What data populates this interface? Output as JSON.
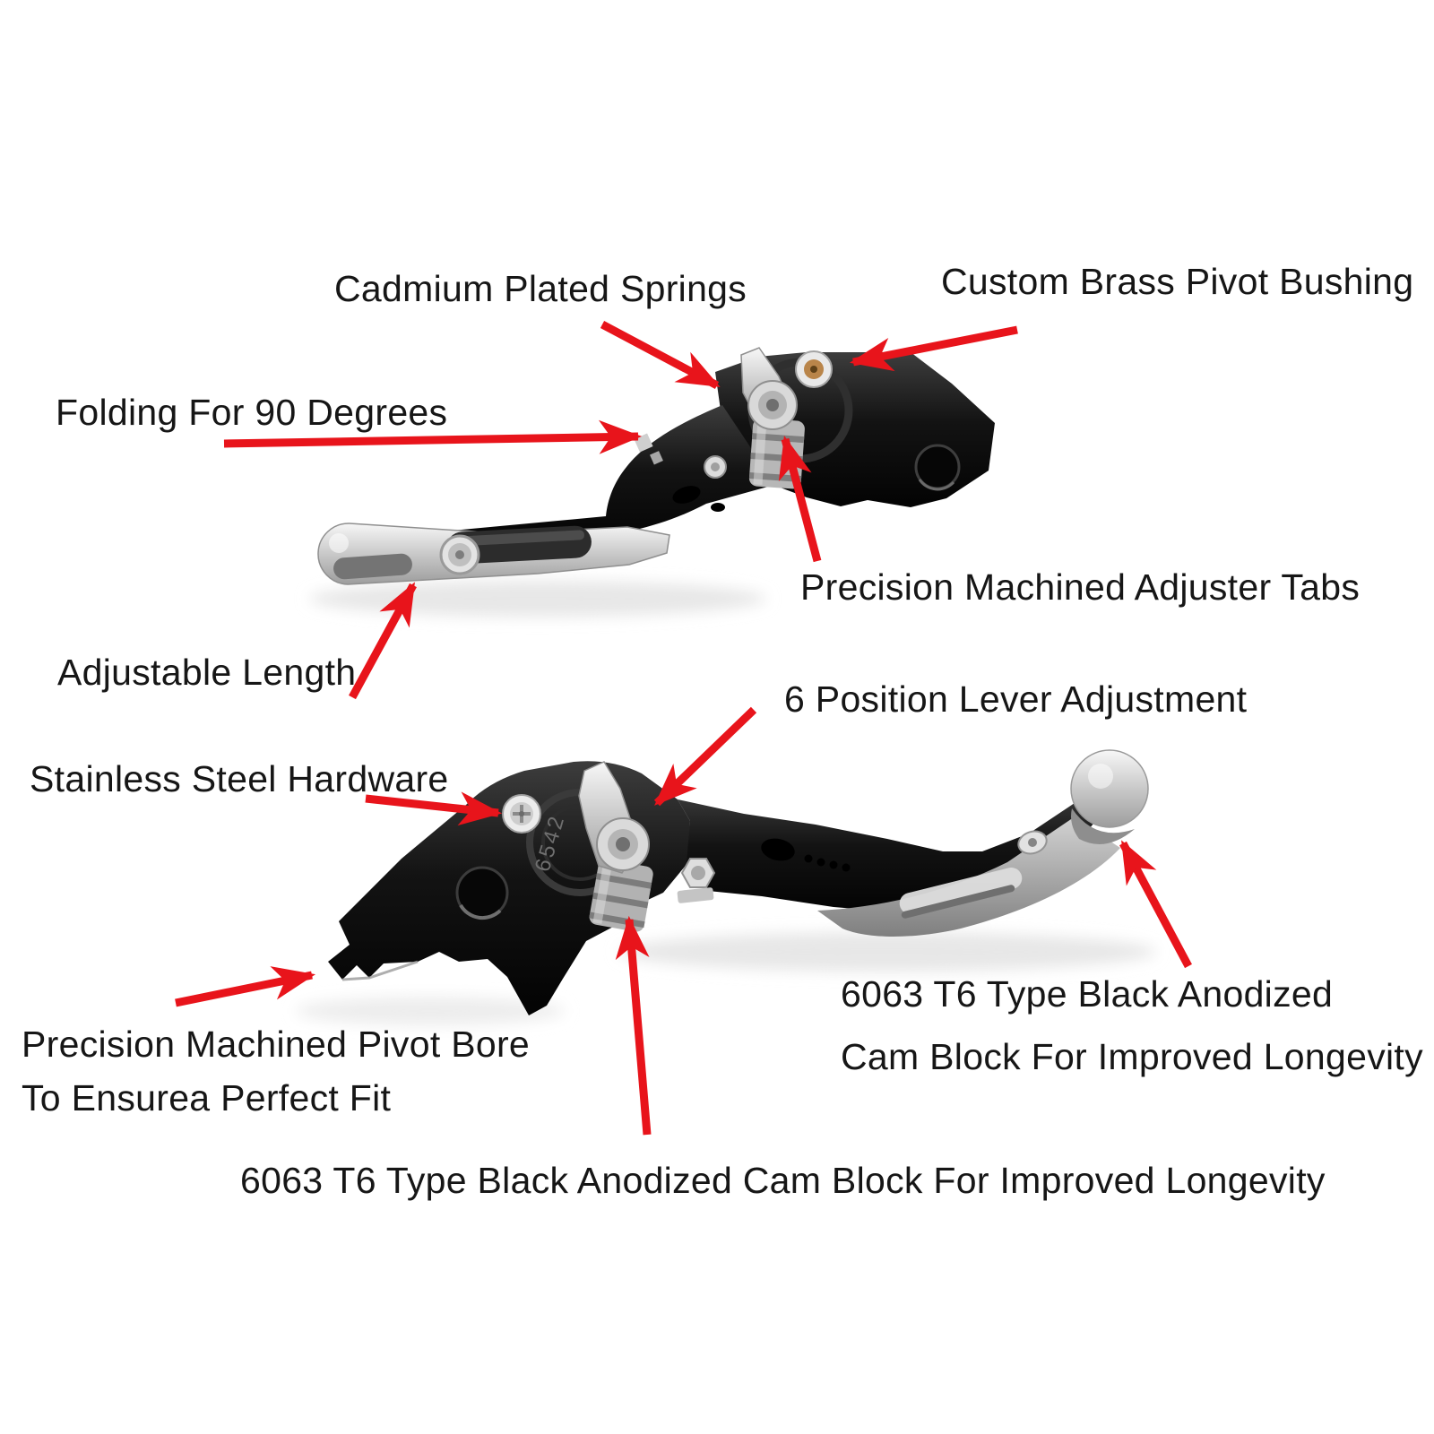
{
  "figure": {
    "description_labels": {
      "cadmium_springs": "Cadmium Plated Springs",
      "brass_bushing": "Custom Brass Pivot Bushing",
      "folding": "Folding For 90 Degrees",
      "adjuster_tabs": "Precision Machined Adjuster Tabs",
      "adjustable_length": "Adjustable Length",
      "six_position": "6 Position Lever Adjustment",
      "stainless_hardware": "Stainless Steel Hardware",
      "pivot_bore_line1": "Precision Machined Pivot Bore",
      "pivot_bore_line2": "To Ensurea Perfect Fit",
      "cam_block_right_line1": "6063 T6 Type Black Anodized",
      "cam_block_right_line2": "Cam Block For Improved Longevity",
      "cam_block_bottom": "6063 T6 Type Black Anodized Cam Block For Improved Longevity",
      "engraved_dial": "6542"
    },
    "colors": {
      "background": "#ffffff",
      "arrow_red": "#e8141b",
      "label_text": "#161616",
      "black_anodized": "#121212",
      "silver": "#c6c6c6",
      "gray_blade": "#9a9a9a",
      "brass": "#b9854a"
    }
  }
}
